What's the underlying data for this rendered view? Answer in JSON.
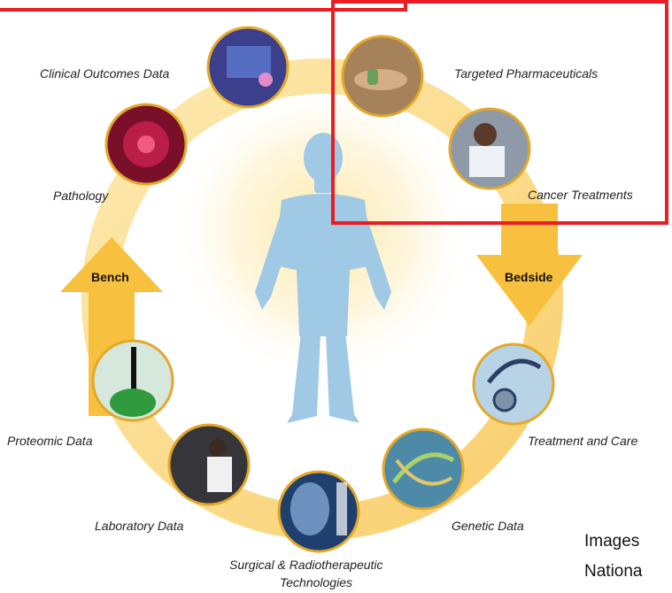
{
  "arrows": {
    "left": "Bench",
    "right": "Bedside"
  },
  "nodes": [
    {
      "id": "clinical-outcomes",
      "label": "Clinical Outcomes Data",
      "icon": "monitor-icon"
    },
    {
      "id": "targeted-pharma",
      "label": "Targeted Pharmaceuticals",
      "icon": "pill-hand-icon"
    },
    {
      "id": "cancer-treatments",
      "label": "Cancer Treatments",
      "icon": "doctor-icon"
    },
    {
      "id": "pathology",
      "label": "Pathology",
      "icon": "cell-icon"
    },
    {
      "id": "treatment-care",
      "label": "Treatment and Care",
      "icon": "stethoscope-icon"
    },
    {
      "id": "genetic",
      "label": "Genetic Data",
      "icon": "dna-icon"
    },
    {
      "id": "surgical",
      "label": "Surgical & Radiotherapeutic Technologies",
      "icon": "xray-icon"
    },
    {
      "id": "laboratory",
      "label": "Laboratory Data",
      "icon": "scientist-icon"
    },
    {
      "id": "proteomic",
      "label": "Proteomic Data",
      "icon": "pipette-icon"
    }
  ],
  "surgical_lines": [
    "Surgical & Radiotherapeutic",
    "Technologies"
  ],
  "credit": {
    "line1": "Images",
    "line2": "Nationa"
  },
  "colors": {
    "ring": "#fbd984",
    "arrow": "#f8c03f",
    "highlight": "#ec1c24",
    "figure": "#9fc9e4"
  }
}
